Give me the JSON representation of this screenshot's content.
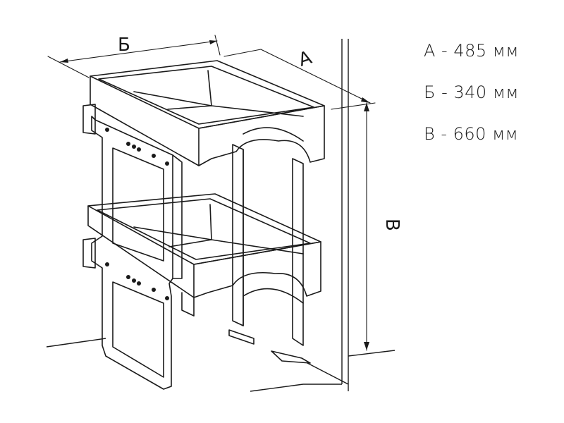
{
  "dimension_letters": {
    "a": "А",
    "b": "Б",
    "v": "В"
  },
  "legend": [
    {
      "text": "А - 485 мм"
    },
    {
      "text": "Б - 340 мм"
    },
    {
      "text": "В - 660 мм"
    }
  ]
}
